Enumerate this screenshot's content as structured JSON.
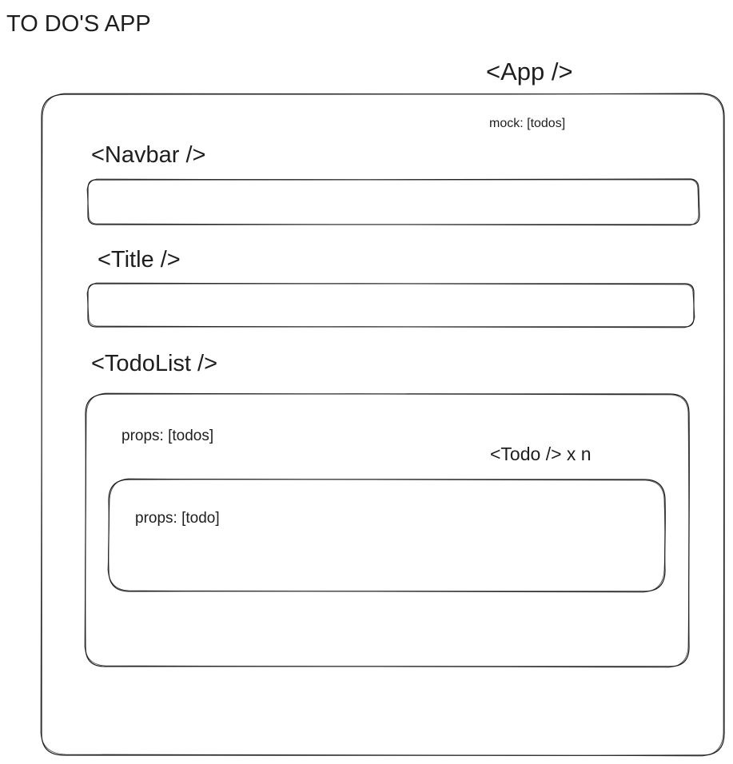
{
  "page_title": "TO DO'S APP",
  "app": {
    "label": "<App />",
    "note": "mock: [todos]"
  },
  "navbar": {
    "label": "<Navbar />"
  },
  "title_component": {
    "label": "<Title />"
  },
  "todolist": {
    "label": "<TodoList />",
    "note": "props: [todos]"
  },
  "todo": {
    "label": "<Todo /> x n",
    "note": "props: [todo]"
  }
}
